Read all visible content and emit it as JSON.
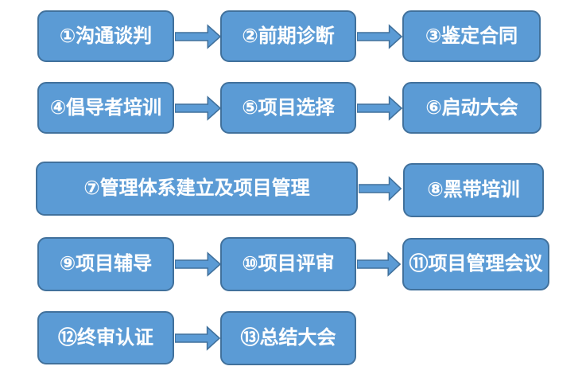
{
  "flowchart": {
    "description": "Six Sigma consulting project implementation process flowchart",
    "colors": {
      "node_fill": "#5b9bd5",
      "node_border": "#41719c",
      "arrow_fill": "#5b9bd5",
      "arrow_border": "#41719c",
      "text": "#ffffff",
      "background": "#ffffff"
    },
    "nodes": [
      {
        "id": 1,
        "label": "①沟通谈判"
      },
      {
        "id": 2,
        "label": "②前期诊断"
      },
      {
        "id": 3,
        "label": "③鉴定合同"
      },
      {
        "id": 4,
        "label": "④倡导者培训"
      },
      {
        "id": 5,
        "label": "⑤项目选择"
      },
      {
        "id": 6,
        "label": "⑥启动大会"
      },
      {
        "id": 7,
        "label": "⑦管理体系建立及项目管理"
      },
      {
        "id": 8,
        "label": "⑧黑带培训"
      },
      {
        "id": 9,
        "label": "⑨项目辅导"
      },
      {
        "id": 10,
        "label": "⑩项目评审"
      },
      {
        "id": 11,
        "label": "⑪项目管理会议"
      },
      {
        "id": 12,
        "label": "⑫终审认证"
      },
      {
        "id": 13,
        "label": "⑬总结大会"
      }
    ],
    "edges": [
      {
        "from": 1,
        "to": 2
      },
      {
        "from": 2,
        "to": 3
      },
      {
        "from": 4,
        "to": 5
      },
      {
        "from": 5,
        "to": 6
      },
      {
        "from": 7,
        "to": 8
      },
      {
        "from": 9,
        "to": 10
      },
      {
        "from": 10,
        "to": 11
      },
      {
        "from": 12,
        "to": 13
      }
    ]
  }
}
